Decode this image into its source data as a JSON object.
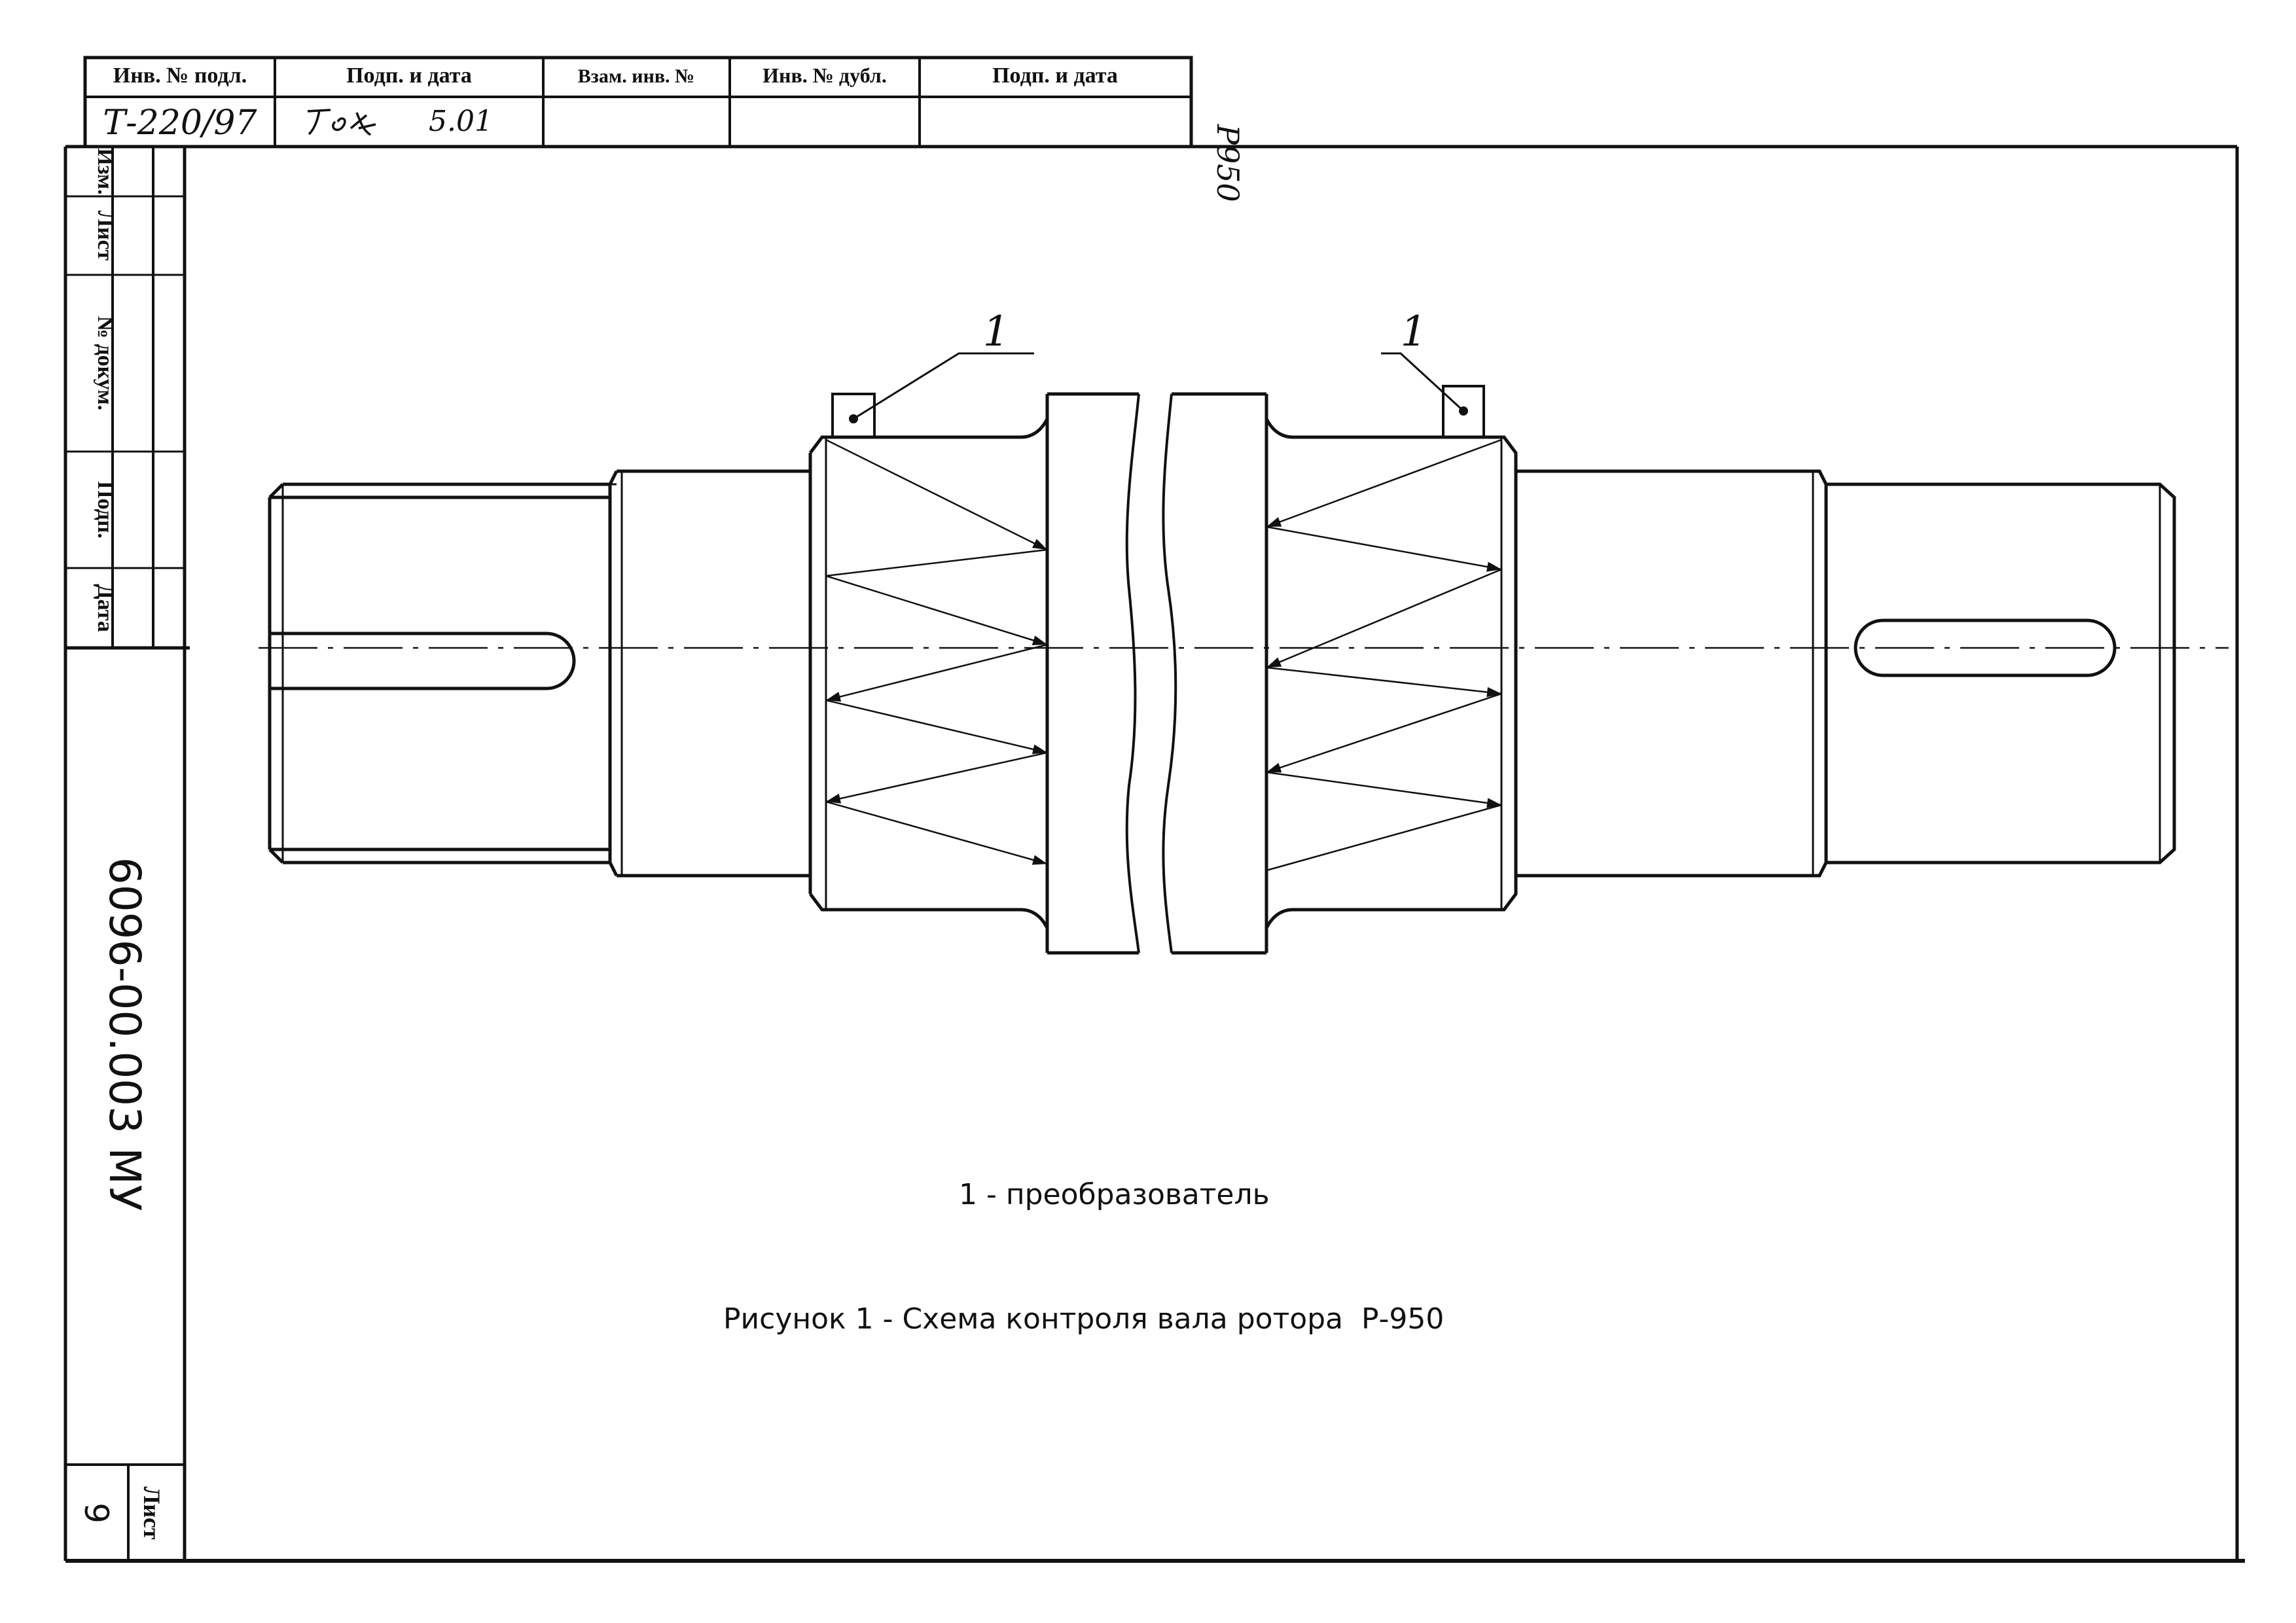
{
  "stamp": {
    "headers": [
      "Инв. № подл.",
      "Подп. и дата",
      "Взам. инв. №",
      "Инв. № дубл.",
      "Подп. и дата"
    ],
    "inv_number": "Т-220/97",
    "signature_date": "5.01",
    "side_code": "Р950"
  },
  "revision_block": {
    "headers": [
      "Изм.",
      "Лист",
      "№ докум.",
      "Подп.",
      "Дата"
    ]
  },
  "document": {
    "code": "6096-00.003 МУ",
    "sheet_label": "Лист",
    "sheet_number": "9"
  },
  "figure": {
    "callout_left": "1",
    "callout_right": "1",
    "legend": "1 - преобразователь",
    "caption": "Рисунок 1 - Схема контроля вала ротора  Р-950"
  }
}
